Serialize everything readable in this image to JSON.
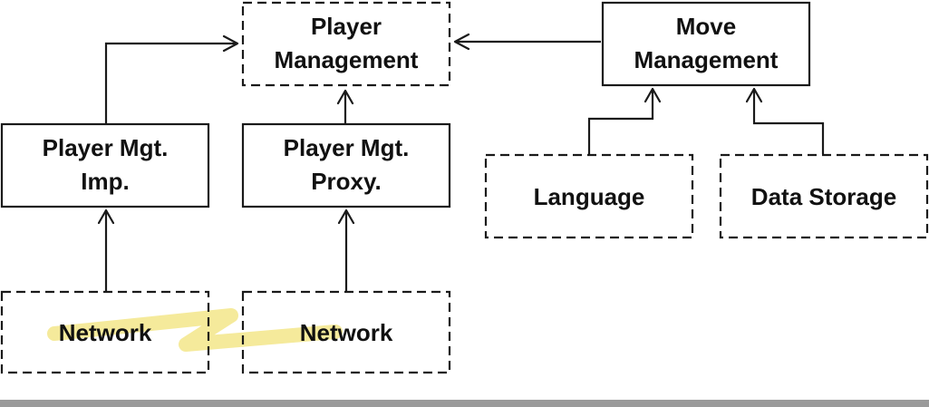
{
  "nodes": {
    "player_management": {
      "lines": [
        "Player",
        "Management"
      ]
    },
    "move_management": {
      "lines": [
        "Move",
        "Management"
      ]
    },
    "player_mgt_imp": {
      "lines": [
        "Player Mgt.",
        "Imp."
      ]
    },
    "player_mgt_proxy": {
      "lines": [
        "Player Mgt.",
        "Proxy."
      ]
    },
    "language": {
      "lines": [
        "Language"
      ]
    },
    "data_storage": {
      "lines": [
        "Data Storage"
      ]
    },
    "network_left": {
      "lines": [
        "Network"
      ]
    },
    "network_right": {
      "lines": [
        "Network"
      ]
    }
  },
  "colors": {
    "line": "#1a1a1a",
    "text": "#111111",
    "network_link_highlight": "#f3e68a",
    "footer_bar": "#9a9a9a"
  }
}
